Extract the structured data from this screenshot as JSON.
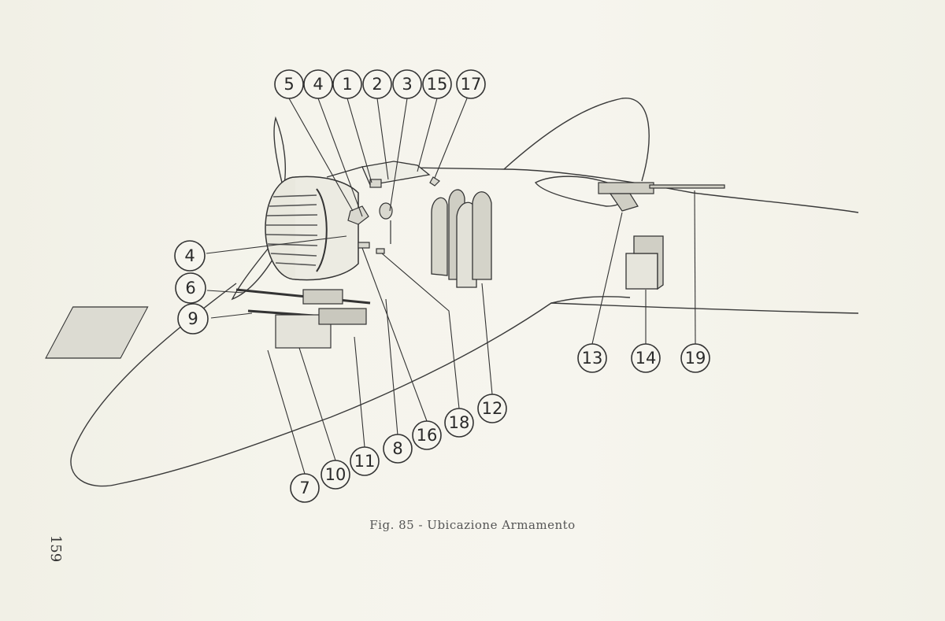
{
  "figure": {
    "caption": "Fig. 85 - Ubicazione Armamento",
    "page_number": "159",
    "callouts": [
      "5",
      "4",
      "1",
      "2",
      "3",
      "15",
      "17",
      "4",
      "6",
      "9",
      "7",
      "10",
      "11",
      "8",
      "16",
      "18",
      "12",
      "13",
      "14",
      "19"
    ]
  }
}
